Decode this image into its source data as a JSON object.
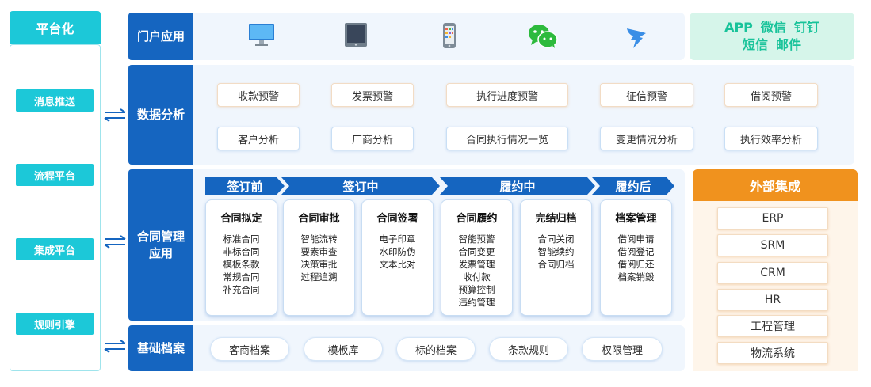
{
  "platform": {
    "title": "平台化",
    "items": [
      "消息推送",
      "流程平台",
      "集成平台",
      "规则引擎"
    ]
  },
  "rows": {
    "portal": "门户应用",
    "analysis": "数据分析",
    "contract": "合同管理应用",
    "contract_lines": [
      "合同管理",
      "应用"
    ],
    "base": "基础档案"
  },
  "portal_icons": [
    "monitor-icon",
    "tablet-icon",
    "phone-icon",
    "wechat-icon",
    "dingtalk-icon"
  ],
  "channels": {
    "line1": [
      "APP",
      "微信",
      "钉钉"
    ],
    "line2": [
      "短信",
      "邮件"
    ]
  },
  "analysis": {
    "warnings": [
      "收款预警",
      "发票预警",
      "执行进度预警",
      "征信预警",
      "借阅预警"
    ],
    "analyses": [
      "客户分析",
      "厂商分析",
      "合同执行情况一览",
      "变更情况分析",
      "执行效率分析"
    ]
  },
  "phases": [
    "签订前",
    "签订中",
    "履约中",
    "履约后"
  ],
  "stages": [
    {
      "title": "合同拟定",
      "items": [
        "标准合同",
        "非标合同",
        "模板条款",
        "常规合同",
        "补充合同"
      ]
    },
    {
      "title": "合同审批",
      "items": [
        "智能流转",
        "要素审查",
        "决策审批",
        "过程追溯"
      ]
    },
    {
      "title": "合同签署",
      "items": [
        "电子印章",
        "水印防伪",
        "文本比对"
      ]
    },
    {
      "title": "合同履约",
      "items": [
        "智能预警",
        "合同变更",
        "发票管理",
        "收付款",
        "预算控制",
        "违约管理"
      ]
    },
    {
      "title": "完结归档",
      "items": [
        "合同关闭",
        "智能续约",
        "合同归档"
      ]
    },
    {
      "title": "档案管理",
      "items": [
        "借阅申请",
        "借阅登记",
        "借阅归还",
        "档案销毁"
      ]
    }
  ],
  "base_items": [
    "客商档案",
    "模板库",
    "标的档案",
    "条款规则",
    "权限管理"
  ],
  "external": {
    "title": "外部集成",
    "items": [
      "ERP",
      "SRM",
      "CRM",
      "HR",
      "工程管理",
      "物流系统"
    ]
  },
  "colors": {
    "primary_blue": "#1565c0",
    "cyan": "#1cc8d8",
    "orange": "#f0921e",
    "mint_text": "#18c39a"
  }
}
